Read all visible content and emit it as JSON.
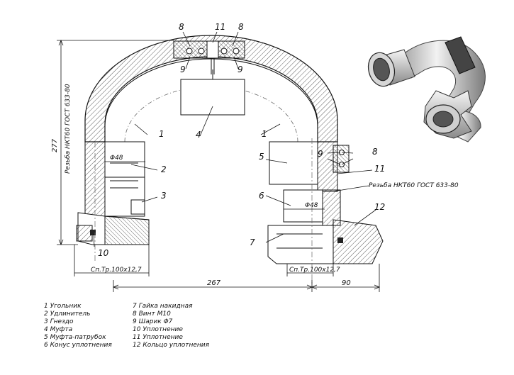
{
  "callouts": {
    "c1a": "1",
    "c1b": "1",
    "c2": "2",
    "c3": "3",
    "c4": "4",
    "c5": "5",
    "c6": "6",
    "c7": "7",
    "c8a": "8",
    "c8b": "8",
    "c8c": "8",
    "c9a": "9",
    "c9b": "9",
    "c9c": "9",
    "c10": "10",
    "c11a": "11",
    "c11b": "11",
    "c12": "12"
  },
  "dimensions": {
    "height_277": "277",
    "span_267": "267",
    "offset_90": "90",
    "dia_left": "Φ48",
    "dia_right": "Φ48",
    "thread_left": "Сп.Тр.100х12,7",
    "thread_right": "Сп.Тр.100х12,7"
  },
  "thread_notes": {
    "left": "Резьба НКТ60 ГОСТ 633-80",
    "right": "Резьба НКТ60 ГОСТ 633-80"
  },
  "legend": {
    "left": [
      "1 Угольник",
      "2 Удлинитель",
      "3 Гнездо",
      "4 Муфта",
      "5 Муфта-патрубок",
      "6 Конус уплотнения"
    ],
    "right": [
      "7 Гайка накидная",
      "8 Винт М10",
      "9 Шарик Φ7",
      "10 Уплотнение",
      "11 Уплотнение",
      "12 Кольцо уплотнения"
    ]
  }
}
